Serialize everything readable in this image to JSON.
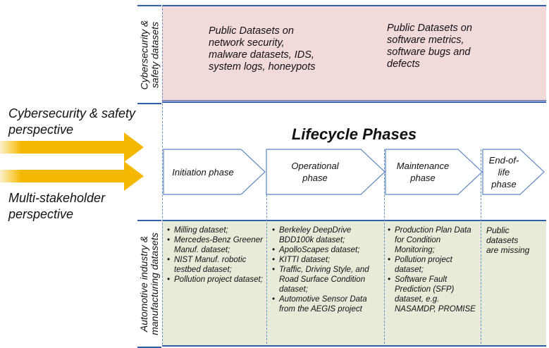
{
  "top": {
    "side_label": [
      "Cybersecurity &",
      "safety datasets"
    ],
    "left_text": [
      "Public Datasets on",
      "network security,",
      "malware datasets, IDS,",
      "system logs, honeypots"
    ],
    "right_text": [
      "Public Datasets on",
      "software metrics,",
      "software bugs and",
      "defects"
    ]
  },
  "perspectives": {
    "first": [
      "Cybersecurity & safety",
      "perspective"
    ],
    "second": [
      "Multi-stakeholder",
      "perspective"
    ]
  },
  "lifecycle_title": "Lifecycle Phases",
  "phases": [
    {
      "label": [
        "Initiation phase"
      ]
    },
    {
      "label": [
        "Operational",
        "phase"
      ]
    },
    {
      "label": [
        "Maintenance",
        "phase"
      ]
    },
    {
      "label": [
        "End-of-",
        "life",
        "phase"
      ]
    }
  ],
  "bottom": {
    "side_label": [
      "Automotive industry &",
      "manufacturing datasets"
    ],
    "columns": [
      [
        "Milling dataset;",
        "Mercedes-Benz Greener Manuf. dataset;",
        "NIST Manuf. robotic testbed dataset;",
        "Pollution project dataset;"
      ],
      [
        "Berkeley DeepDrive BDD100k dataset;",
        "ApolloScapes dataset;",
        "KITTI dataset;",
        "Traffic, Driving Style, and Road Surface Condition dataset;",
        "Automotive Sensor Data from the AEGIS project"
      ],
      [
        "Production Plan Data for Condition Monitoring;",
        "Pollution project dataset;",
        "Software Fault Prediction (SFP) dataset, e.g. NASAMDP, PROMISE"
      ]
    ],
    "missing": [
      "Public",
      "datasets",
      "are missing"
    ]
  },
  "colors": {
    "top_band": "#f3dada",
    "bottom_band": "#e6ecd9",
    "border": "#2f5fa8",
    "arrow": "#f5b800"
  }
}
